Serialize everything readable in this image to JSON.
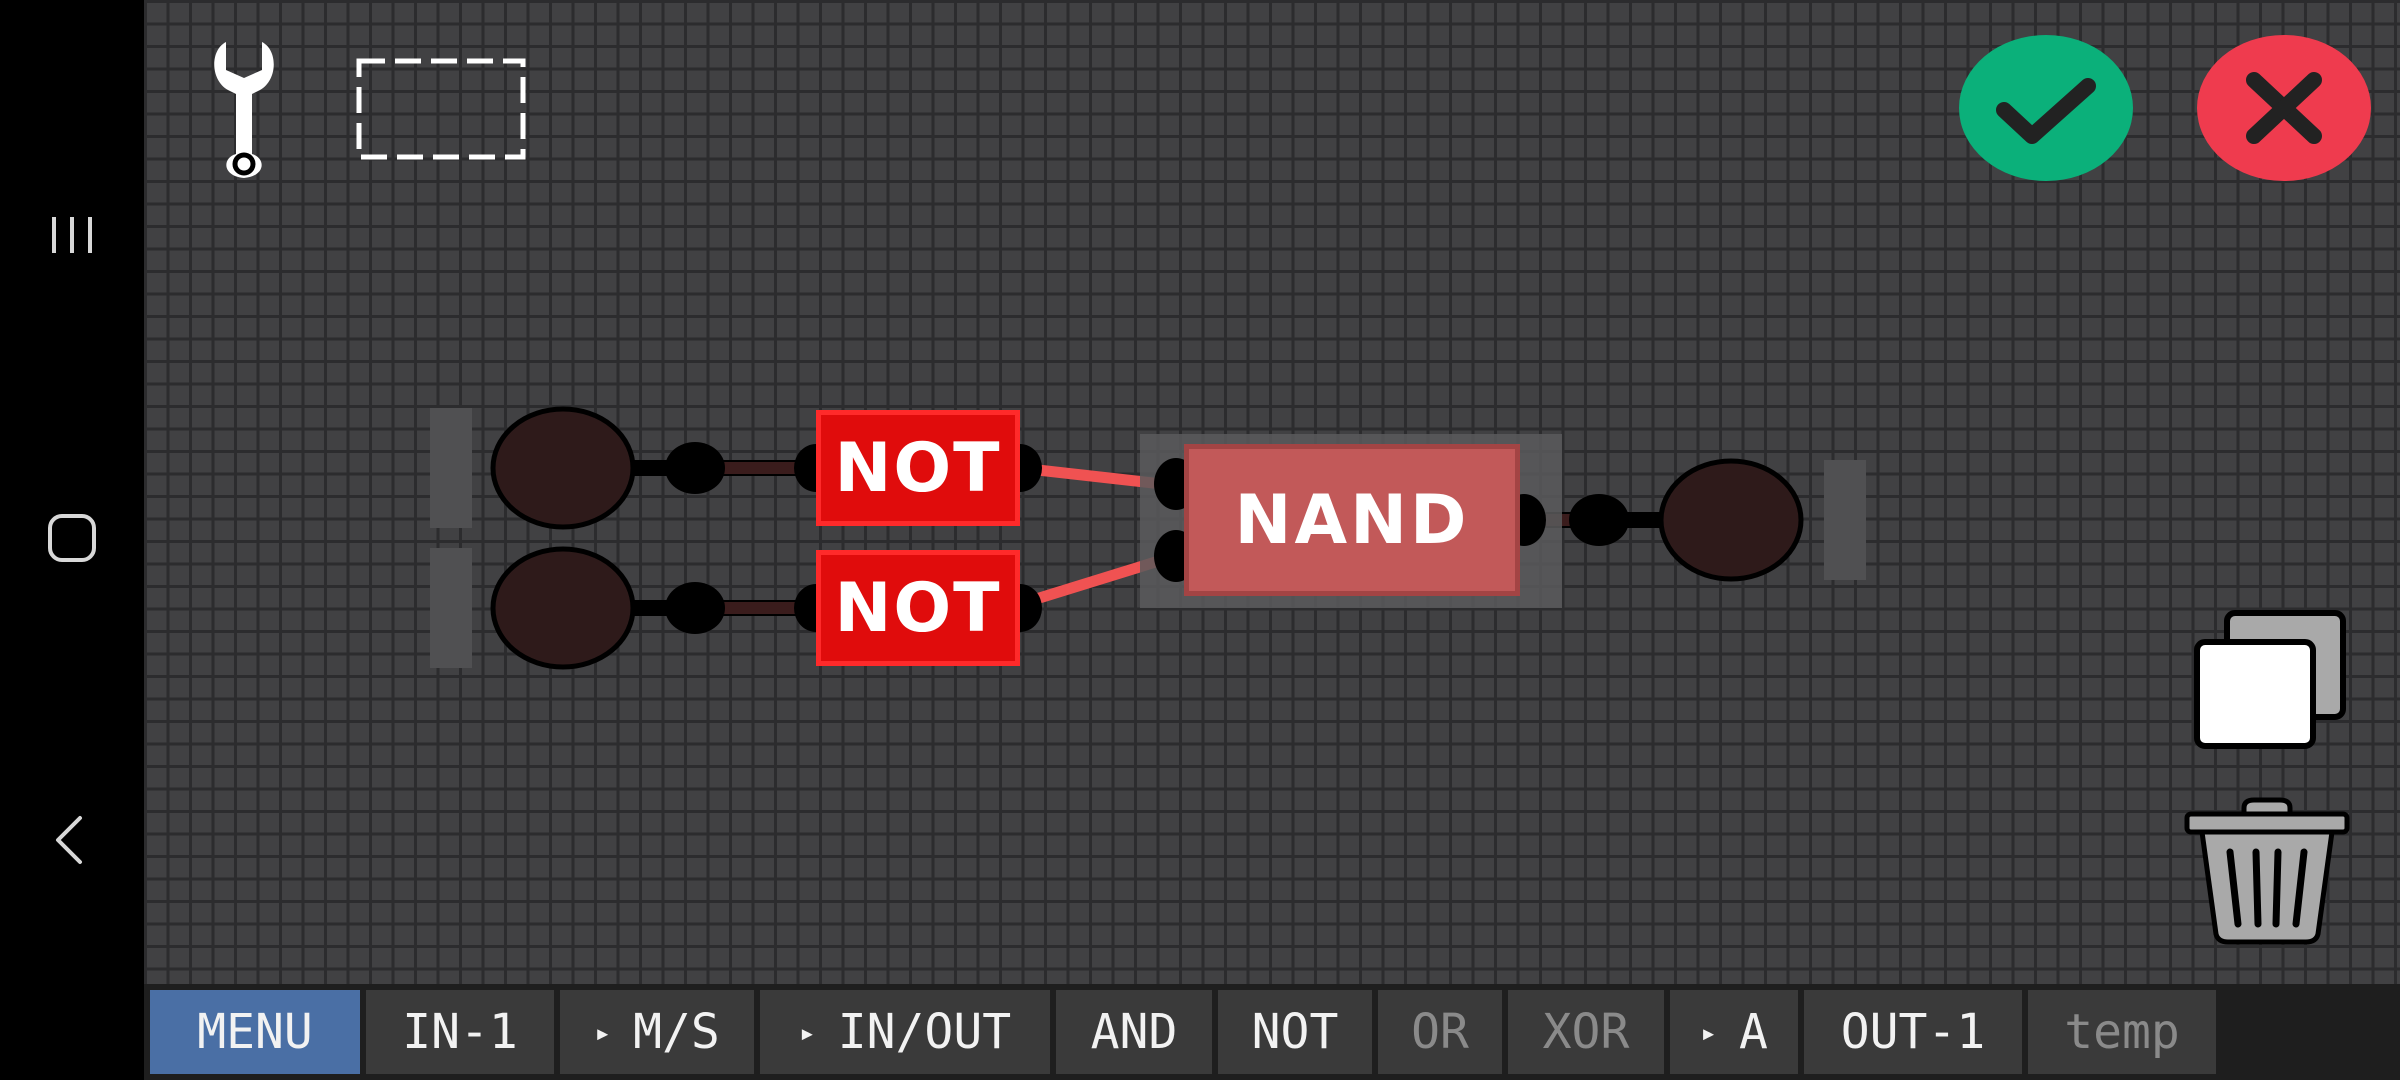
{
  "toolbar": {
    "buttons": [
      {
        "label": "MENU",
        "state": "active"
      },
      {
        "label": "IN-1",
        "state": "normal"
      },
      {
        "label": "M/S",
        "state": "normal",
        "expandable": true
      },
      {
        "label": "IN/OUT",
        "state": "normal",
        "expandable": true
      },
      {
        "label": "AND",
        "state": "normal"
      },
      {
        "label": "NOT",
        "state": "normal"
      },
      {
        "label": "OR",
        "state": "disabled"
      },
      {
        "label": "XOR",
        "state": "disabled"
      },
      {
        "label": "A",
        "state": "normal",
        "expandable": true
      },
      {
        "label": "OUT-1",
        "state": "normal"
      },
      {
        "label": "temp",
        "state": "disabled"
      }
    ],
    "caret_glyph": "▸"
  },
  "circuit": {
    "gates": [
      {
        "type": "NOT",
        "label": "NOT"
      },
      {
        "type": "NOT",
        "label": "NOT"
      },
      {
        "type": "NAND",
        "label": "NAND"
      }
    ]
  },
  "icons": {
    "top_left": [
      "wrench-icon",
      "selection-rectangle-icon"
    ],
    "top_right": [
      "confirm-check-icon",
      "cancel-x-icon"
    ],
    "right_side": [
      "duplicate-icon",
      "trash-icon"
    ],
    "system_nav": [
      "recent-apps-icon",
      "home-icon",
      "back-icon"
    ]
  },
  "colors": {
    "canvas_bg": "#414143",
    "grid": "#2c2c2e",
    "not_gate": "#e00c0c",
    "nand_gate": "#c25959",
    "wire_active": "#f05252",
    "node_off": "#2e1a1a",
    "confirm": "#0bb07a",
    "cancel": "#ef3b4e",
    "menu_active": "#4a6fa5"
  }
}
